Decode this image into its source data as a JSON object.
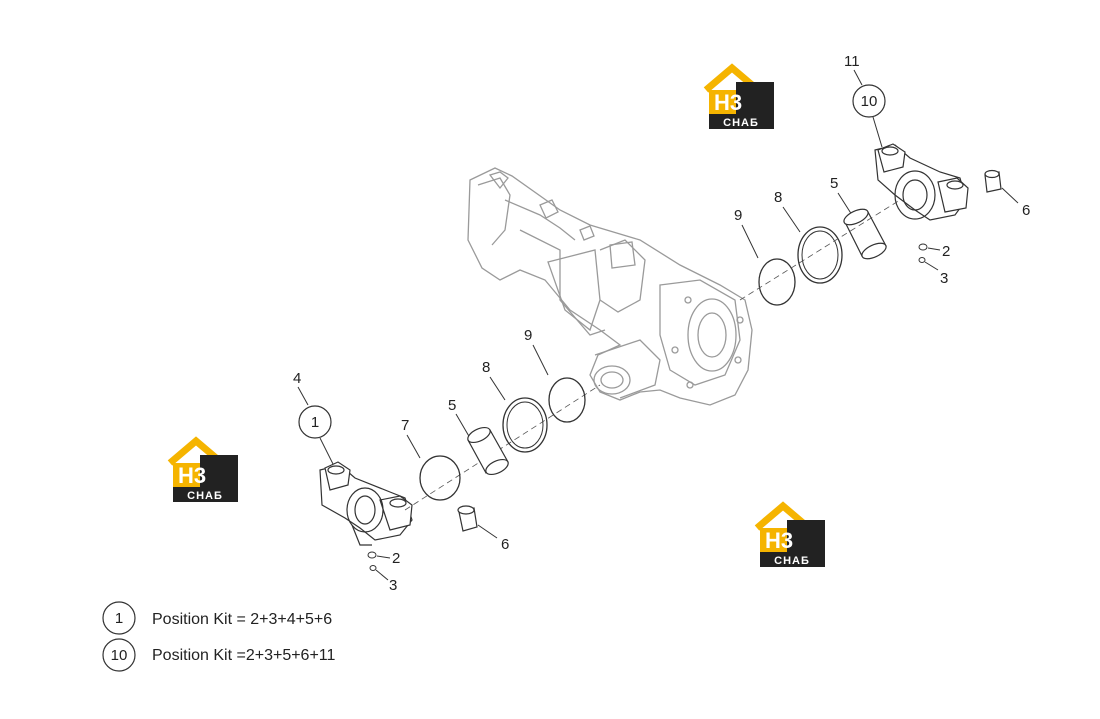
{
  "callouts": {
    "left_assembly": "4",
    "left_kit": "1",
    "left_screw_top": "2",
    "left_screw_bottom": "3",
    "left_ring_7": "7",
    "left_bushing_5": "5",
    "left_seal_8": "8",
    "left_ring_9": "9",
    "left_sleeve_6": "6",
    "right_ring_9": "9",
    "right_seal_8": "8",
    "right_bushing_5": "5",
    "right_assembly": "11",
    "right_kit": "10",
    "right_sleeve_6": "6",
    "right_screw_top": "2",
    "right_screw_bottom": "3"
  },
  "legend": [
    {
      "number": "1",
      "text": "Position Kit = 2+3+4+5+6"
    },
    {
      "number": "10",
      "text": "Position Kit =2+3+5+6+11"
    }
  ],
  "watermark": {
    "letters": "H3",
    "subtitle": "СНАБ",
    "accent_color": "#f5b400",
    "dark_color": "#222222"
  },
  "colors": {
    "line": "#333333",
    "housing": "#9a9a9a"
  }
}
